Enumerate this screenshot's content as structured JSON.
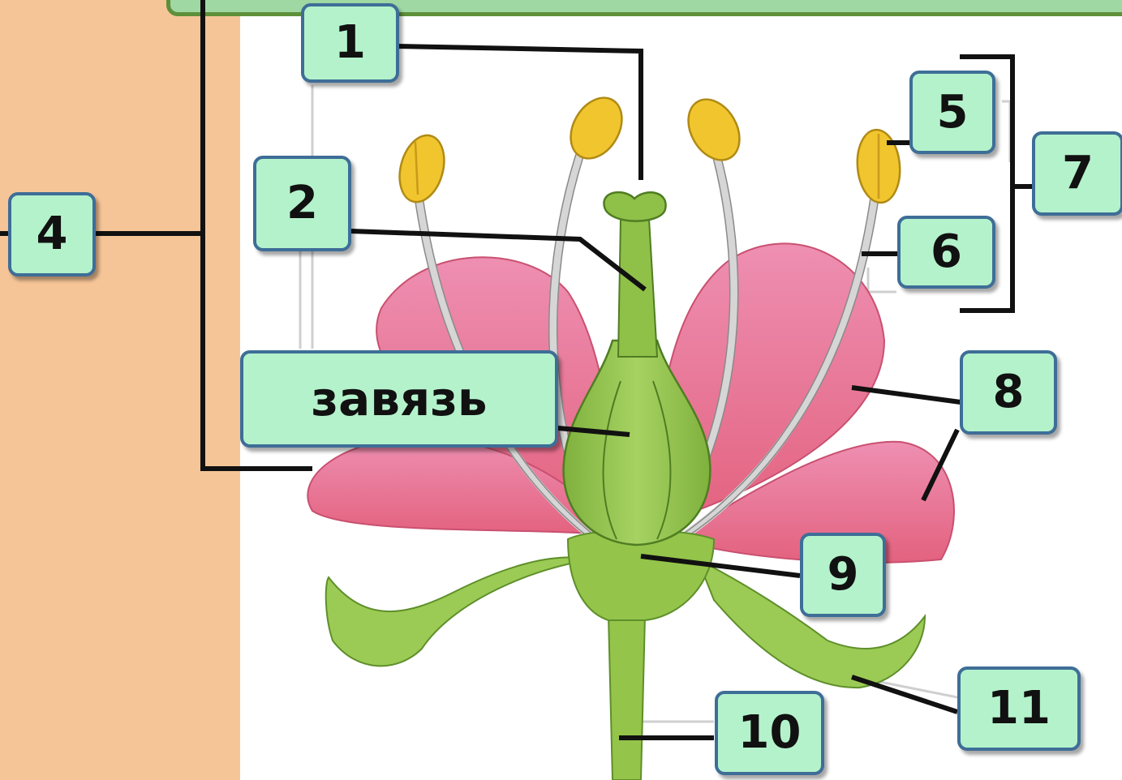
{
  "labels": {
    "l1": "1",
    "l2": "2",
    "l4": "4",
    "l5": "5",
    "l6": "6",
    "l7": "7",
    "ovary": "завязь",
    "l8": "8",
    "l9": "9",
    "l10": "10",
    "l11": "11"
  },
  "colors": {
    "background_left": "#f6c597",
    "label_fill": "#b4f2cc",
    "label_border": "#3e6e97",
    "petal": "#ee8fb0",
    "green": "#9ccb55",
    "anther": "#f0c52e"
  }
}
